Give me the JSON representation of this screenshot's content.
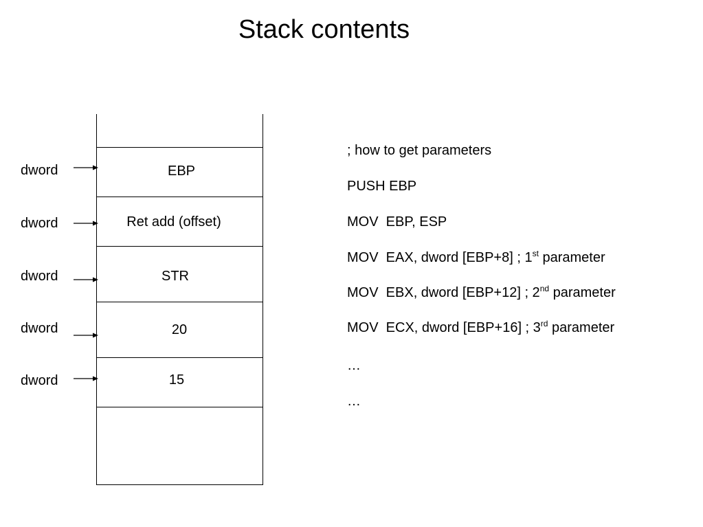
{
  "title": "Stack contents",
  "stack": {
    "cells": [
      {
        "label": ""
      },
      {
        "label": "EBP"
      },
      {
        "label": "Ret add (offset)"
      },
      {
        "label": "STR"
      },
      {
        "label": "20"
      },
      {
        "label": "15"
      },
      {
        "label": ""
      }
    ],
    "pointers": [
      {
        "label": "dword"
      },
      {
        "label": "dword"
      },
      {
        "label": "dword"
      },
      {
        "label": "dword"
      },
      {
        "label": "dword"
      }
    ]
  },
  "code": {
    "comment": "; how to get parameters",
    "line1": "PUSH EBP",
    "line2": "MOV  EBP, ESP",
    "line3": {
      "pre": "MOV  EAX, dword [EBP+8] ; 1",
      "sup": "st",
      "post": " parameter"
    },
    "line4": {
      "pre": "MOV  EBX, dword [EBP+12] ; 2",
      "sup": "nd",
      "post": " parameter"
    },
    "line5": {
      "pre": "MOV  ECX, dword [EBP+16] ; 3",
      "sup": "rd",
      "post": " parameter"
    },
    "ellipsis1": "…",
    "ellipsis2": "…"
  }
}
